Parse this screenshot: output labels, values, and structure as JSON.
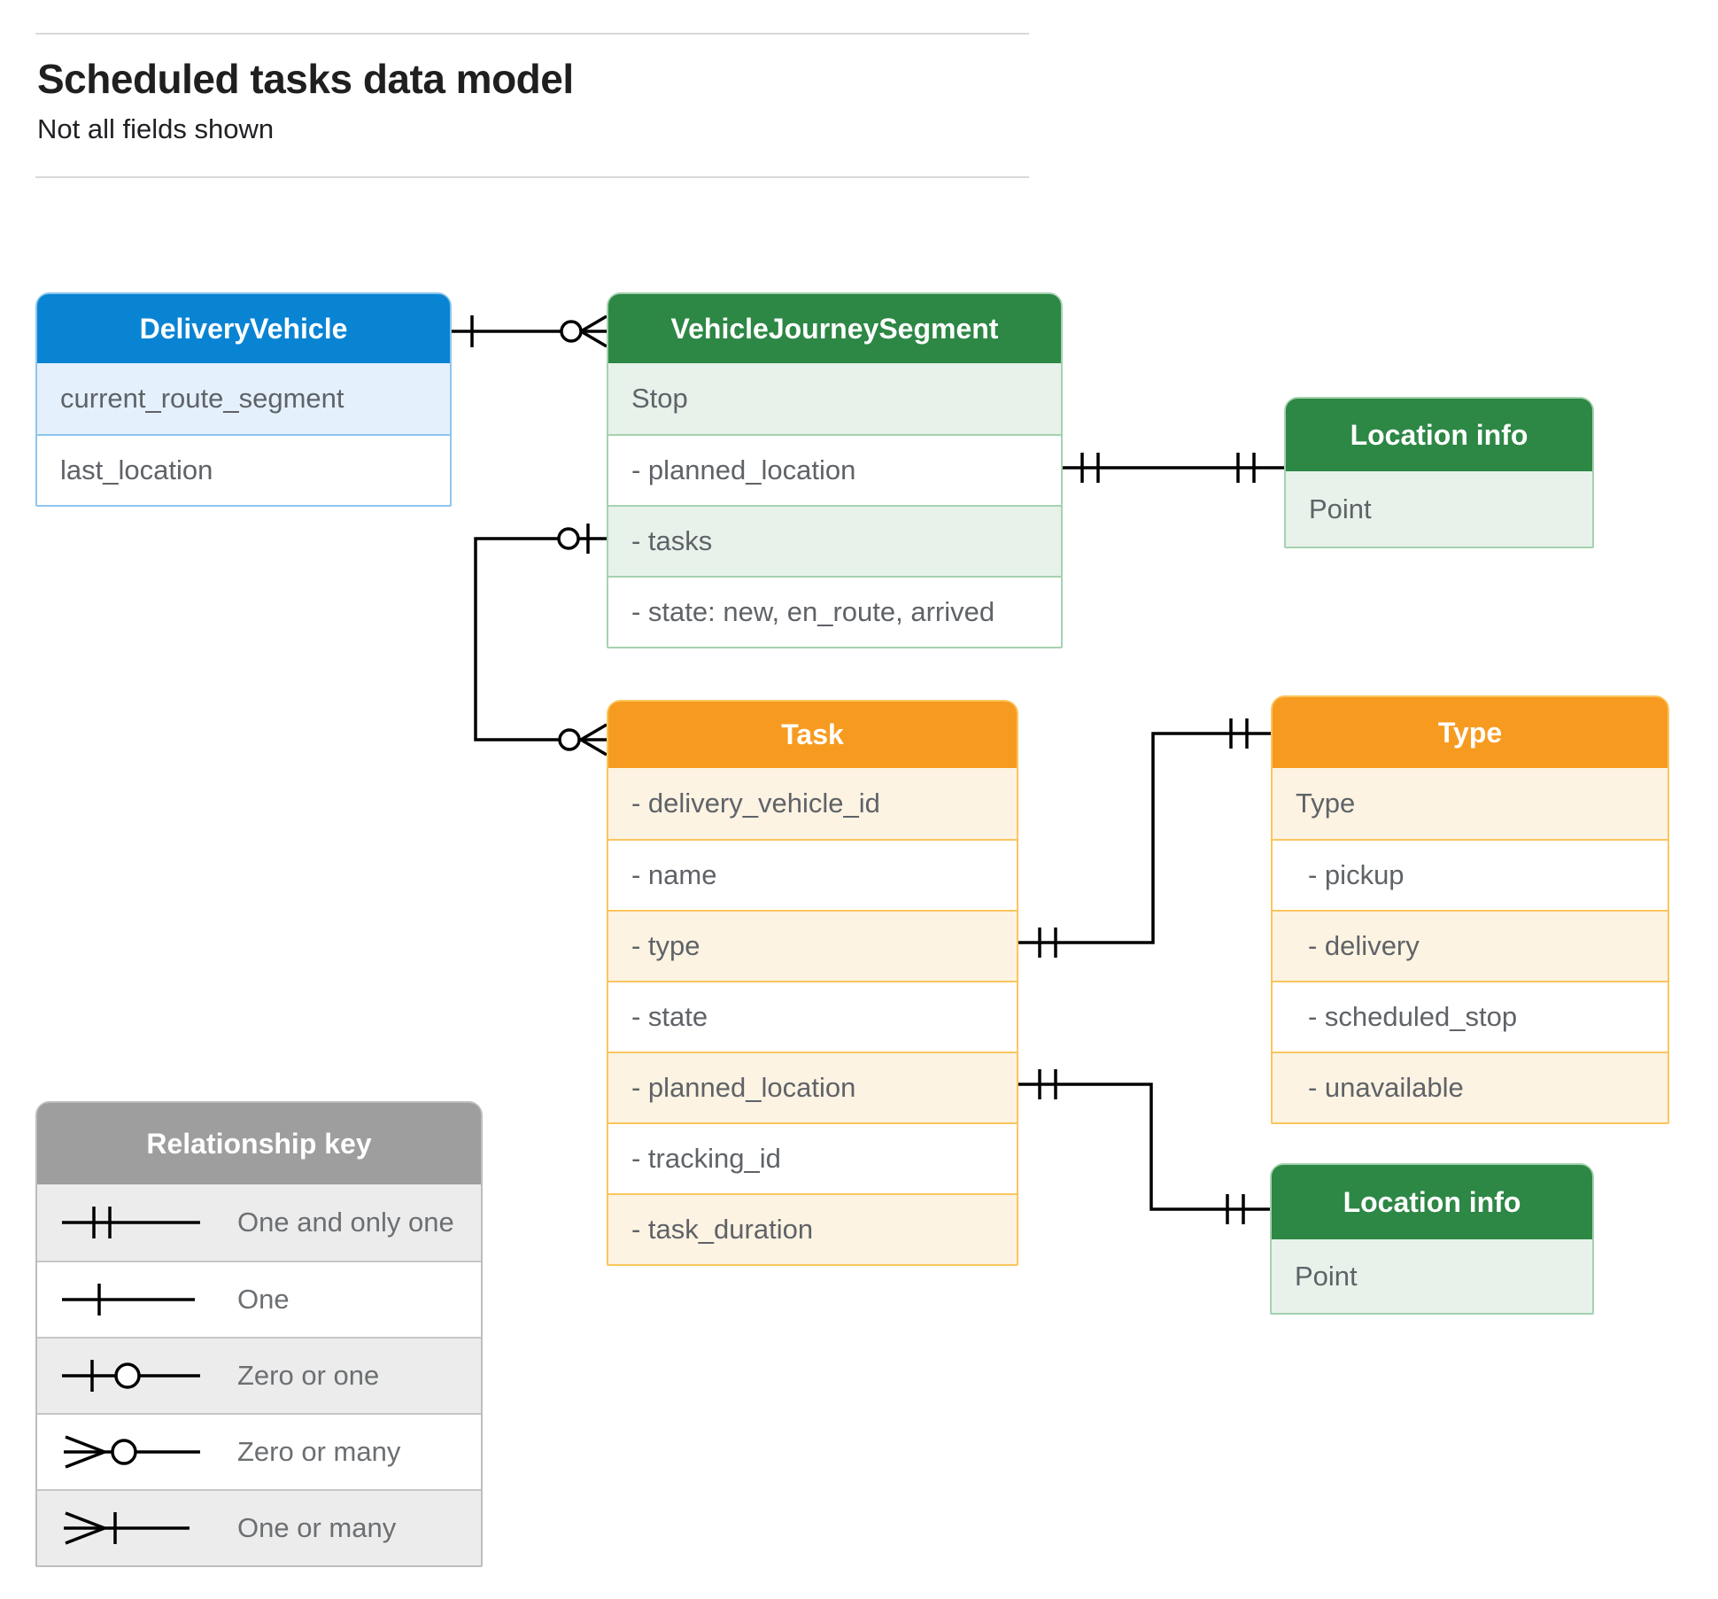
{
  "page": {
    "title": "Scheduled tasks data model",
    "subtitle": "Not all fields shown"
  },
  "colors": {
    "blue_header": "#0984d3",
    "blue_row_tint": "#e4f0fc",
    "blue_border": "#8ec6ef",
    "green_header": "#2d8745",
    "green_row_tint": "#e7f2ea",
    "green_border": "#a5d2af",
    "orange_header": "#f79b20",
    "orange_row_tint": "#fdf3e2",
    "orange_border": "#fbc55d",
    "gray_header": "#9e9e9e",
    "gray_row_tint": "#ececec",
    "gray_border": "#bdbdbd",
    "connector_line": "#000000",
    "field_text": "#5f6368"
  },
  "entities": {
    "delivery_vehicle": {
      "title": "DeliveryVehicle",
      "fields": [
        "current_route_segment",
        "last_location"
      ]
    },
    "vehicle_journey_segment": {
      "title": "VehicleJourneySegment",
      "fields": [
        "Stop",
        "- planned_location",
        "- tasks",
        "- state: new, en_route, arrived"
      ]
    },
    "location_info_stop": {
      "title": "Location info",
      "fields": [
        "Point"
      ]
    },
    "task": {
      "title": "Task",
      "fields": [
        "- delivery_vehicle_id",
        "- name",
        "- type",
        "- state",
        "- planned_location",
        "- tracking_id",
        "- task_duration"
      ]
    },
    "type": {
      "title": "Type",
      "fields": [
        "Type",
        "- pickup",
        "- delivery",
        "- scheduled_stop",
        "- unavailable"
      ]
    },
    "location_info_task": {
      "title": "Location info",
      "fields": [
        "Point"
      ]
    }
  },
  "relationships": [
    {
      "from": "DeliveryVehicle",
      "to": "VehicleJourneySegment",
      "from_cardinality": "one",
      "to_cardinality": "zero-or-many"
    },
    {
      "from": "VehicleJourneySegment.tasks",
      "to": "Task",
      "from_cardinality": "zero-or-one",
      "to_cardinality": "zero-or-many"
    },
    {
      "from": "VehicleJourneySegment.planned_location",
      "to": "Location info (Stop)",
      "from_cardinality": "one-and-only-one",
      "to_cardinality": "one-and-only-one"
    },
    {
      "from": "Task.type",
      "to": "Type",
      "from_cardinality": "one-and-only-one",
      "to_cardinality": "one-and-only-one"
    },
    {
      "from": "Task.planned_location",
      "to": "Location info (Task)",
      "from_cardinality": "one-and-only-one",
      "to_cardinality": "one-and-only-one"
    }
  ],
  "legend": {
    "title": "Relationship key",
    "items": [
      {
        "label": "One and only one",
        "symbol": "one-and-only-one-icon"
      },
      {
        "label": "One",
        "symbol": "one-icon"
      },
      {
        "label": "Zero or one",
        "symbol": "zero-or-one-icon"
      },
      {
        "label": "Zero or many",
        "symbol": "zero-or-many-icon"
      },
      {
        "label": "One or many",
        "symbol": "one-or-many-icon"
      }
    ]
  }
}
